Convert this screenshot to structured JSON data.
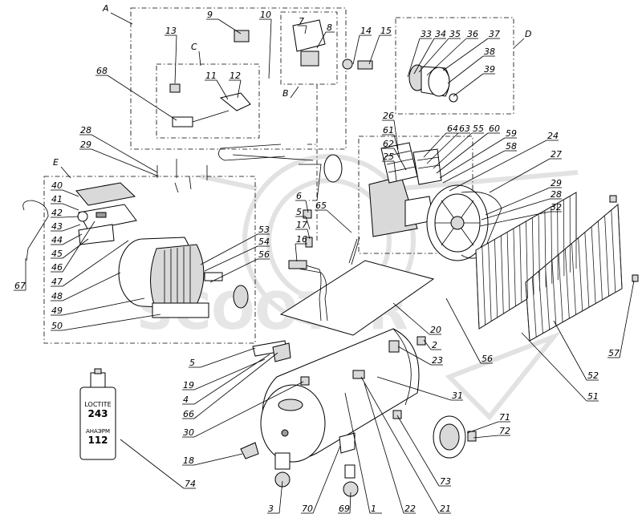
{
  "watermark": "SCOOTER",
  "bottle": {
    "brand": "LOCTITE",
    "code": "243",
    "alt_brand": "АНАЭРМ",
    "alt_code": "112"
  },
  "group_labels": [
    {
      "id": "A",
      "text": "A"
    },
    {
      "id": "B",
      "text": "B"
    },
    {
      "id": "C",
      "text": "C"
    },
    {
      "id": "D",
      "text": "D"
    },
    {
      "id": "E",
      "text": "E"
    }
  ],
  "callouts": [
    {
      "id": "1",
      "text": "1"
    },
    {
      "id": "2",
      "text": "2"
    },
    {
      "id": "3",
      "text": "3"
    },
    {
      "id": "4",
      "text": "4"
    },
    {
      "id": "5a",
      "text": "5"
    },
    {
      "id": "5b",
      "text": "5"
    },
    {
      "id": "6",
      "text": "6"
    },
    {
      "id": "7",
      "text": "7"
    },
    {
      "id": "8",
      "text": "8"
    },
    {
      "id": "9",
      "text": "9"
    },
    {
      "id": "10",
      "text": "10"
    },
    {
      "id": "11",
      "text": "11"
    },
    {
      "id": "12",
      "text": "12"
    },
    {
      "id": "13",
      "text": "13"
    },
    {
      "id": "14",
      "text": "14"
    },
    {
      "id": "15",
      "text": "15"
    },
    {
      "id": "16",
      "text": "16"
    },
    {
      "id": "17",
      "text": "17"
    },
    {
      "id": "18",
      "text": "18"
    },
    {
      "id": "19",
      "text": "19"
    },
    {
      "id": "20",
      "text": "20"
    },
    {
      "id": "21",
      "text": "21"
    },
    {
      "id": "22",
      "text": "22"
    },
    {
      "id": "23",
      "text": "23"
    },
    {
      "id": "24",
      "text": "24"
    },
    {
      "id": "25",
      "text": "25"
    },
    {
      "id": "26",
      "text": "26"
    },
    {
      "id": "27",
      "text": "27"
    },
    {
      "id": "28a",
      "text": "28"
    },
    {
      "id": "28b",
      "text": "28"
    },
    {
      "id": "29a",
      "text": "29"
    },
    {
      "id": "29b",
      "text": "29"
    },
    {
      "id": "30",
      "text": "30"
    },
    {
      "id": "31",
      "text": "31"
    },
    {
      "id": "32",
      "text": "32"
    },
    {
      "id": "33",
      "text": "33"
    },
    {
      "id": "34",
      "text": "34"
    },
    {
      "id": "35",
      "text": "35"
    },
    {
      "id": "36",
      "text": "36"
    },
    {
      "id": "37",
      "text": "37"
    },
    {
      "id": "38",
      "text": "38"
    },
    {
      "id": "39",
      "text": "39"
    },
    {
      "id": "40",
      "text": "40"
    },
    {
      "id": "41",
      "text": "41"
    },
    {
      "id": "42",
      "text": "42"
    },
    {
      "id": "43",
      "text": "43"
    },
    {
      "id": "44",
      "text": "44"
    },
    {
      "id": "45",
      "text": "45"
    },
    {
      "id": "46",
      "text": "46"
    },
    {
      "id": "47",
      "text": "47"
    },
    {
      "id": "48",
      "text": "48"
    },
    {
      "id": "49",
      "text": "49"
    },
    {
      "id": "50",
      "text": "50"
    },
    {
      "id": "51",
      "text": "51"
    },
    {
      "id": "52",
      "text": "52"
    },
    {
      "id": "53",
      "text": "53"
    },
    {
      "id": "54",
      "text": "54"
    },
    {
      "id": "55",
      "text": "55"
    },
    {
      "id": "56a",
      "text": "56"
    },
    {
      "id": "56b",
      "text": "56"
    },
    {
      "id": "57",
      "text": "57"
    },
    {
      "id": "58",
      "text": "58"
    },
    {
      "id": "59",
      "text": "59"
    },
    {
      "id": "60",
      "text": "60"
    },
    {
      "id": "61",
      "text": "61"
    },
    {
      "id": "62",
      "text": "62"
    },
    {
      "id": "63",
      "text": "63"
    },
    {
      "id": "64",
      "text": "64"
    },
    {
      "id": "65",
      "text": "65"
    },
    {
      "id": "66",
      "text": "66"
    },
    {
      "id": "67",
      "text": "67"
    },
    {
      "id": "68",
      "text": "68"
    },
    {
      "id": "69",
      "text": "69"
    },
    {
      "id": "70",
      "text": "70"
    },
    {
      "id": "71",
      "text": "71"
    },
    {
      "id": "72",
      "text": "72"
    },
    {
      "id": "73",
      "text": "73"
    },
    {
      "id": "74",
      "text": "74"
    }
  ]
}
